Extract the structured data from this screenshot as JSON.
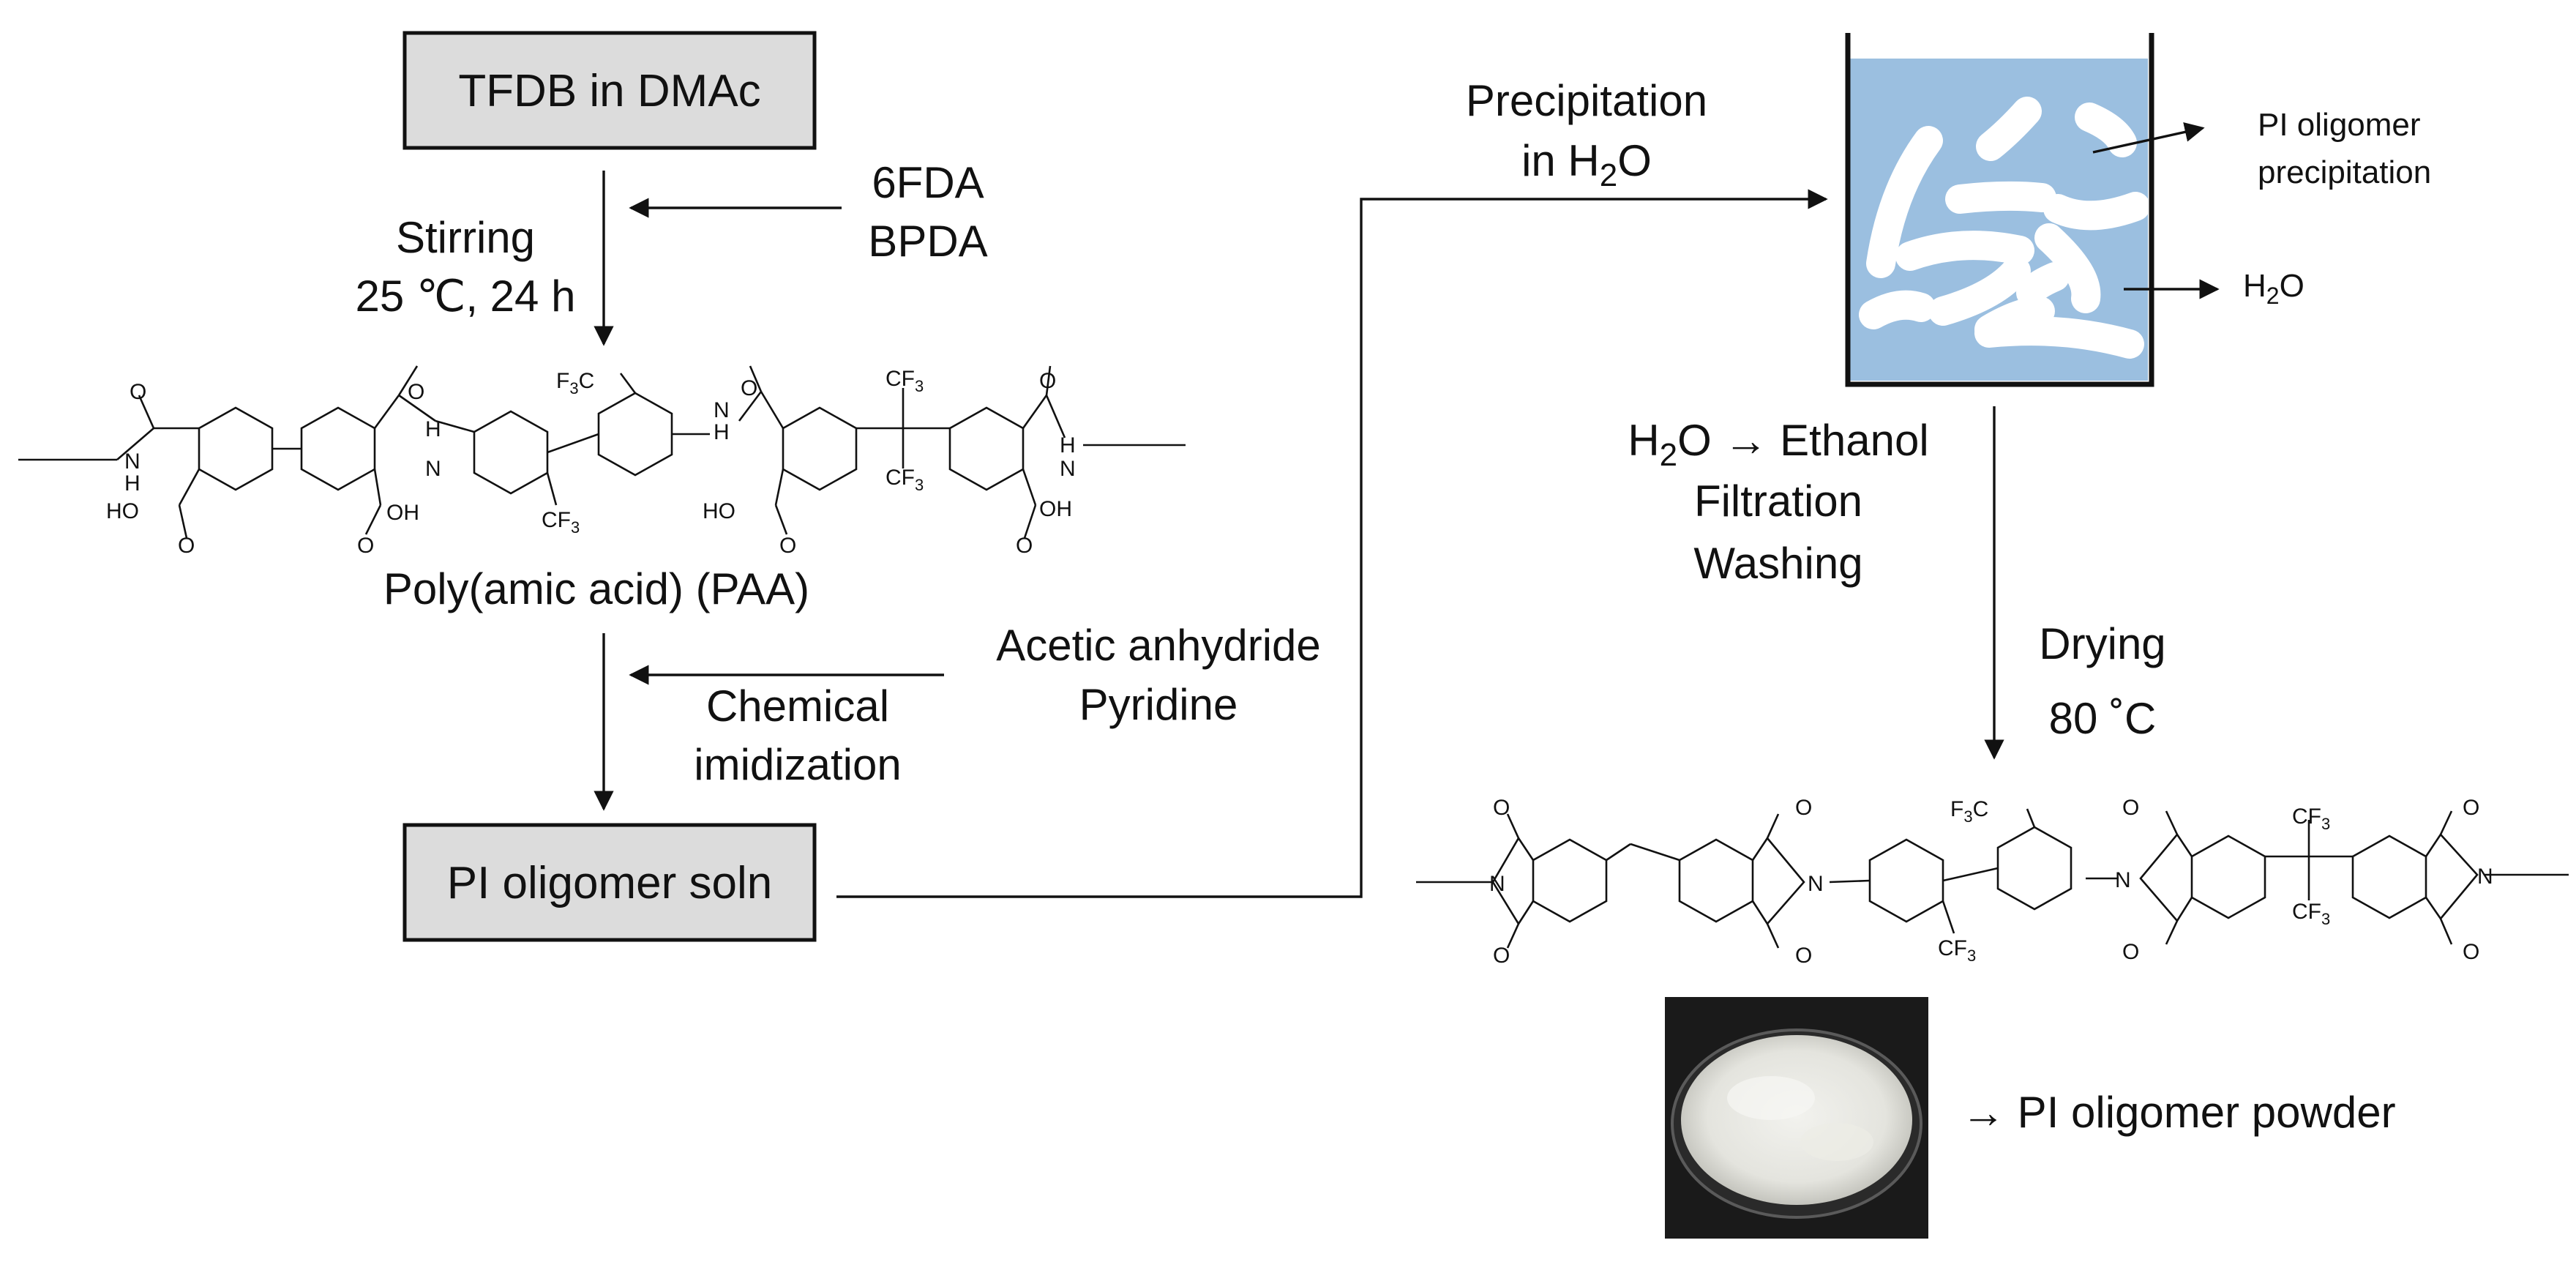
{
  "boxes": {
    "start": "TFDB in DMAc",
    "oligomer_soln": "PI oligomer soln"
  },
  "reagents_1": {
    "line1": "6FDA",
    "line2": "BPDA"
  },
  "conditions_1": {
    "line1": "Stirring",
    "line2": "25 ℃, 24 h"
  },
  "paa_label": "Poly(amic acid) (PAA)",
  "reagents_2": {
    "line1": "Acetic anhydride",
    "line2": "Pyridine"
  },
  "conditions_2": {
    "line1": "Chemical",
    "line2": "imidization"
  },
  "precipitation": {
    "line1": "Precipitation",
    "line2_pre": "in H",
    "line2_sub": "2",
    "line2_post": "O"
  },
  "beaker": {
    "label_oligomer_1": "PI  oligomer",
    "label_oligomer_2": "precipitation",
    "label_water_pre": "H",
    "label_water_sub": "2",
    "label_water_post": "O",
    "water_color": "#9bbfe0"
  },
  "workup": {
    "line1_pre": "H",
    "line1_sub": "2",
    "line1_post": "O → Ethanol",
    "line2": "Filtration",
    "line3": "Washing"
  },
  "drying": {
    "line1": "Drying",
    "line2": "80 ˚C"
  },
  "powder_label": "→ PI oligomer powder",
  "chem_labels": {
    "o": "O",
    "n": "N",
    "h": "H",
    "oh": "OH",
    "ho": "HO",
    "cf3": "CF",
    "f3c": "F",
    "f3c_rest": "C",
    "sub3": "3"
  },
  "colors": {
    "box_fill": "#dcdcdc",
    "line": "#111111"
  }
}
